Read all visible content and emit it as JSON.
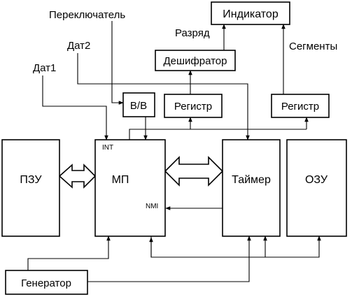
{
  "blocks": {
    "indicator": "Индикатор",
    "decoder": "Дешифратор",
    "io": "В/В",
    "register_left": "Регистр",
    "register_right": "Регистр",
    "rom": "ПЗУ",
    "mp": "МП",
    "timer": "Таймер",
    "ram": "ОЗУ",
    "generator": "Генератор"
  },
  "signals": {
    "switch": "Переключатель",
    "sensor2": "Дат2",
    "sensor1": "Дат1",
    "digit": "Разряд",
    "segments": "Сегменты"
  },
  "pins": {
    "int": "INT",
    "nmi": "NMI"
  }
}
